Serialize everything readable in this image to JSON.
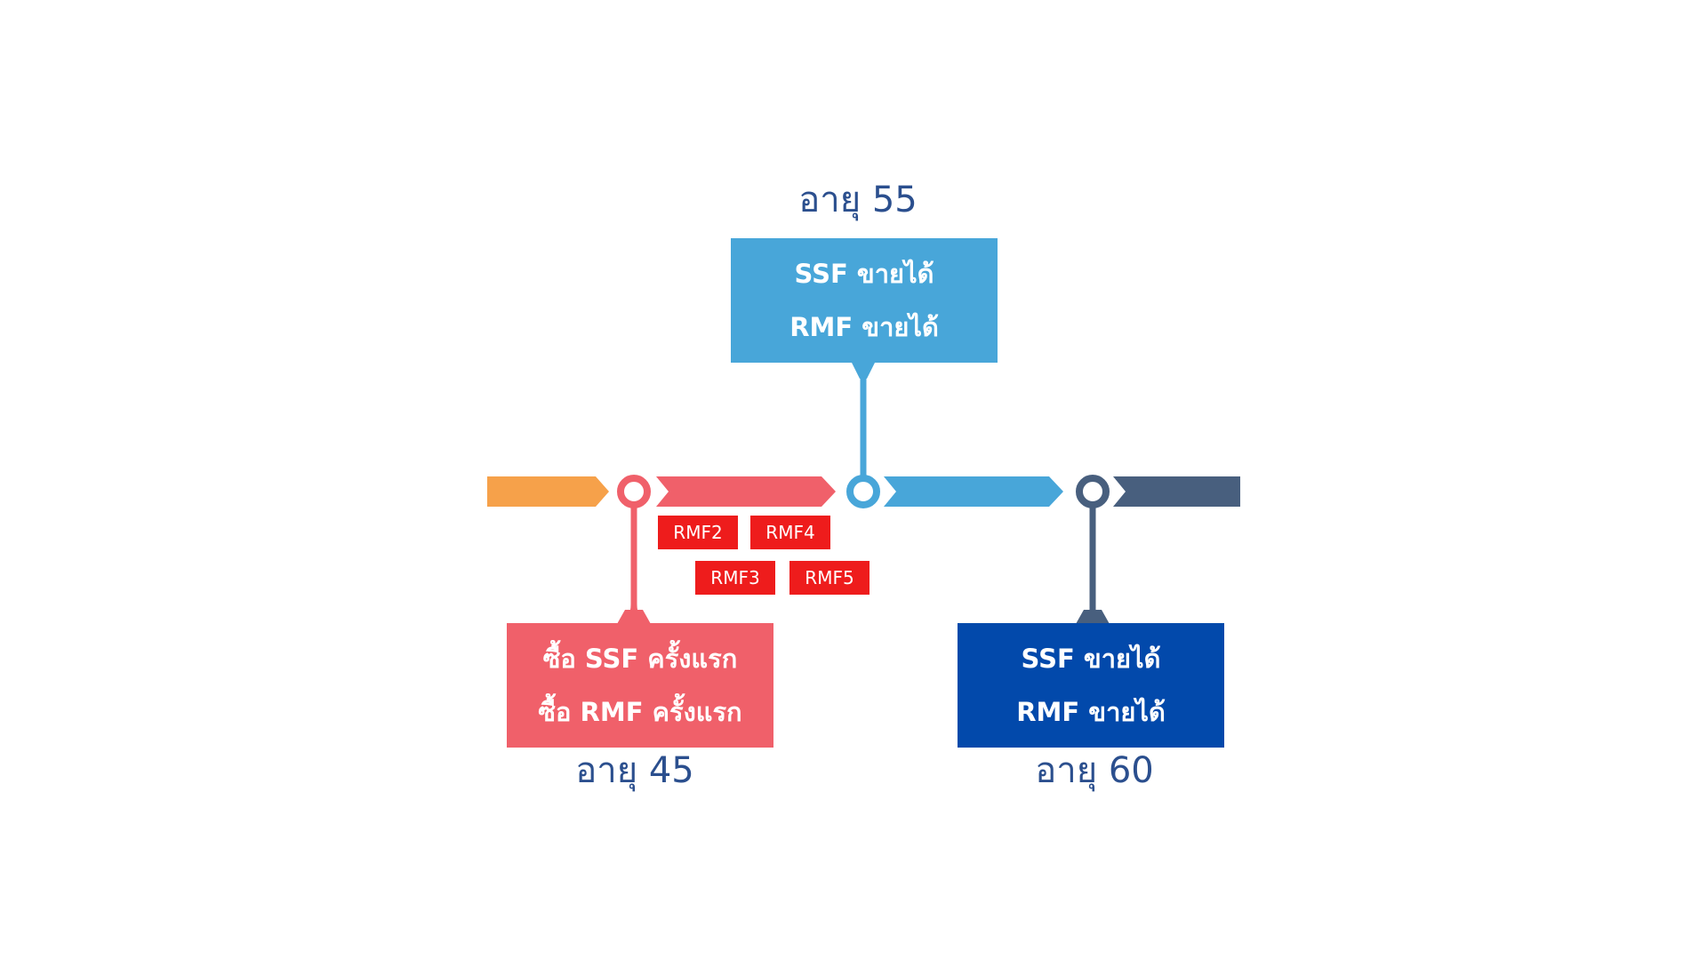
{
  "colors": {
    "orange": "#f6a14a",
    "coral": "#f0606a",
    "sky": "#48a6d9",
    "slate": "#485f7e",
    "navy": "#0249ab",
    "tag_red": "#ee1c1c",
    "age_text": "#2b4f8e"
  },
  "milestones": [
    {
      "age_label": "อายุ 45",
      "lines": [
        "ซื้อ SSF ครั้งแรก",
        "ซื้อ RMF ครั้งแรก"
      ]
    },
    {
      "age_label": "อายุ 55",
      "lines": [
        "SSF ขายได้",
        "RMF ขายได้"
      ]
    },
    {
      "age_label": "อายุ 60",
      "lines": [
        "SSF ขายได้",
        "RMF ขายได้"
      ]
    }
  ],
  "rmf_tags": [
    "RMF2",
    "RMF4",
    "RMF3",
    "RMF5"
  ]
}
